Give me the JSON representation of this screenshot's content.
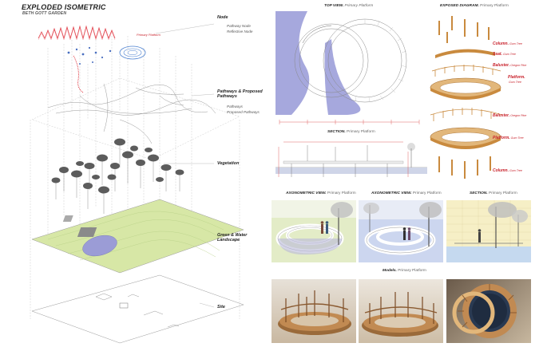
{
  "header": {
    "title": "EXPLODED ISOMETRIC",
    "subtitle": "BETH GOTT GARDEN"
  },
  "layers": [
    {
      "label": "Node",
      "subs": [
        "Pathway Node",
        "Reflective Node"
      ]
    },
    {
      "label": "Pathways & Proposed Pathways",
      "subs": [
        "Pathways",
        "Proposed Pathways"
      ]
    },
    {
      "label": "Vegetation",
      "subs": []
    },
    {
      "label": "Green & Water Landscape",
      "subs": []
    },
    {
      "label": "Site",
      "subs": []
    }
  ],
  "annotation": {
    "primary_platform": "Primary Platform"
  },
  "views": {
    "top_view": {
      "title": "TOP VIEW.",
      "sub": "Primary Platform"
    },
    "exposed": {
      "title": "EXPOSED DIAGRAM.",
      "sub": "Primary Platform"
    },
    "section1": {
      "title": "SECTION.",
      "sub": "Primary Platform"
    },
    "axo1": {
      "title": "AXONOMETRIC VIEW.",
      "sub": "Primary Platform"
    },
    "axo2": {
      "title": "AXONOMETRIC VIEW.",
      "sub": "Primary Platform"
    },
    "section2": {
      "title": "SECTION.",
      "sub": "Primary Platform"
    },
    "models": {
      "title": "Models.",
      "sub": "Primary Platform"
    }
  },
  "components": [
    {
      "name": "Column.",
      "wood": "Gum Tree"
    },
    {
      "name": "Seat.",
      "wood": "Gum Tree"
    },
    {
      "name": "Baluster.",
      "wood": "Oregon Pine"
    },
    {
      "name": "Platform.",
      "wood": "Gum Tree"
    },
    {
      "name": "Baluster.",
      "wood": "Oregon Pine"
    },
    {
      "name": "Platform.",
      "wood": "Gum Tree"
    },
    {
      "name": "Column.",
      "wood": "Gum Tree"
    }
  ],
  "colors": {
    "accent_red": "#c8202a",
    "water_lavender": "#9b9cd6",
    "grass_green": "#d7e7a6",
    "wood": "#c98a3e",
    "wood_light": "#e2b77b"
  }
}
